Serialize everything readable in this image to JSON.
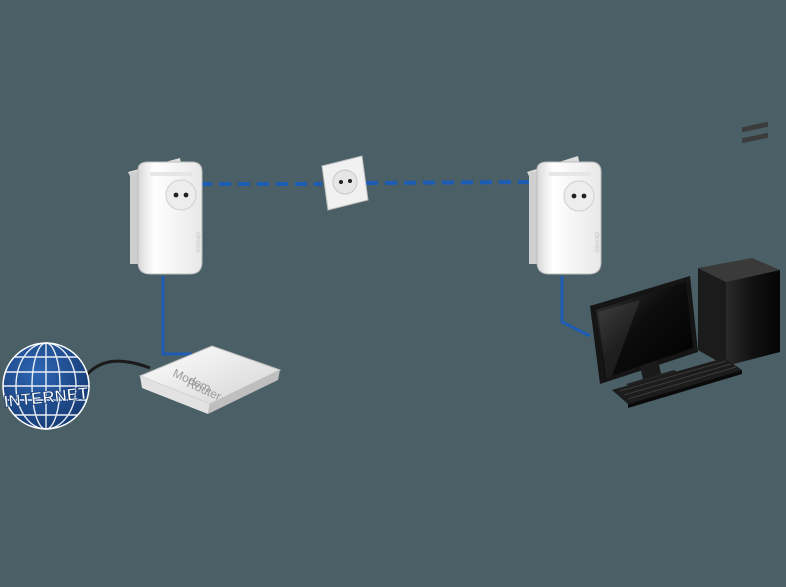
{
  "colors": {
    "background": "#4a5f66",
    "powerline": "#1d5cb4",
    "cable": "#1d5cb4",
    "globe": "#1f4a8c",
    "device_white": "#f4f4f4"
  },
  "globe": {
    "label": "INTERNET",
    "icon": "globe-icon"
  },
  "router": {
    "line1": "Modem",
    "line2": "Router",
    "icon": "router-icon"
  },
  "adapters": [
    {
      "name": "powerline-adapter-left",
      "brand": "devolo"
    },
    {
      "name": "powerline-adapter-right",
      "brand": "devolo"
    }
  ],
  "socket": {
    "icon": "wall-socket-icon"
  },
  "computer": {
    "icon": "desktop-computer-icon"
  }
}
